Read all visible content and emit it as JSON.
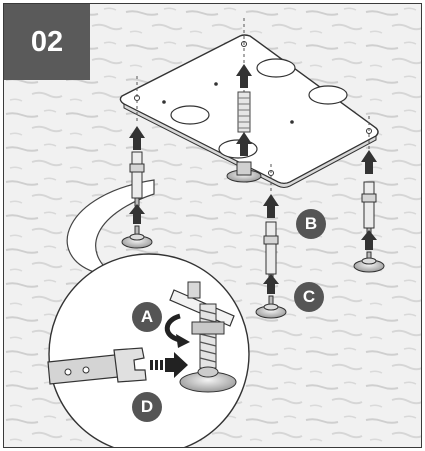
{
  "step": {
    "number": "02"
  },
  "callouts": {
    "a": "A",
    "b": "B",
    "c": "C",
    "d": "D"
  },
  "colors": {
    "badge": "#5a5a5a",
    "callout": "#555555",
    "arrow": "#333333",
    "background": "#f1f1f1"
  },
  "icons": [
    "up-arrow-icon",
    "rotate-arrow-icon",
    "push-arrow-icon"
  ]
}
